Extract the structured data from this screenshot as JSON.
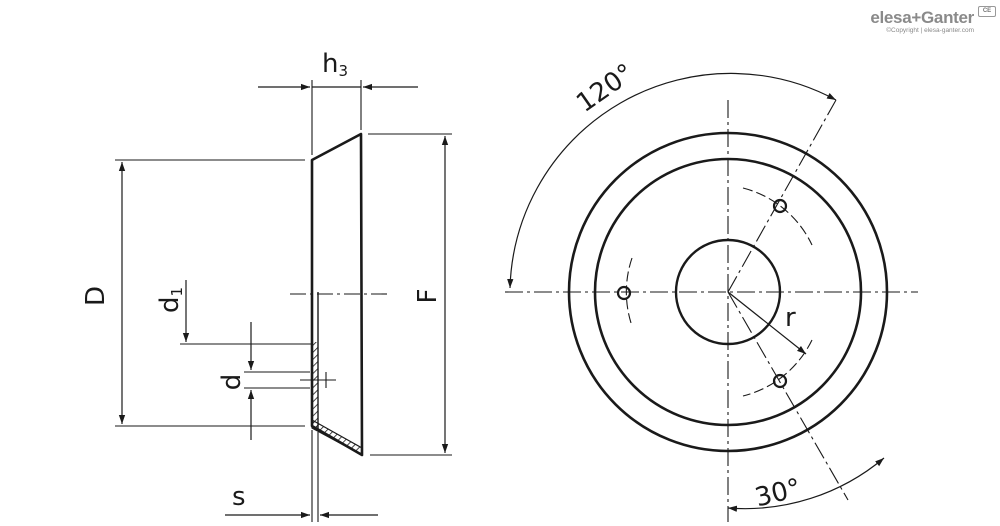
{
  "logo": {
    "brand": "elesa+Ganter",
    "copyright": "©Copyright | elesa-ganter.com",
    "badge": "CE"
  },
  "side_view": {
    "labels": {
      "D": "D",
      "F": "F",
      "d": "d",
      "d1_main": "d",
      "d1_sub": "1",
      "h3_main": "h",
      "h3_sub": "3",
      "s": "s"
    }
  },
  "front_view": {
    "labels": {
      "angle_120": "120°",
      "angle_30": "30°",
      "r": "r"
    }
  },
  "colors": {
    "line": "#1a1a1a",
    "logo": "#8a8a8a"
  }
}
